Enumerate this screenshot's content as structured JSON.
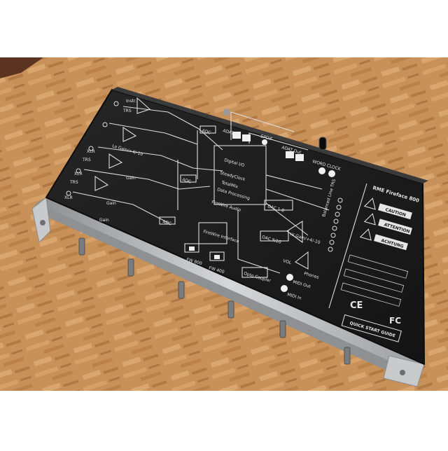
{
  "device": {
    "brand": "RME Fireface 800",
    "ports": {
      "adat_in": "ADAT In",
      "spdif": "SPDIF",
      "adat_out": "ADAT Out",
      "word_clock": "WORD CLOCK"
    },
    "blocks": {
      "digital_io": "Digital I/O",
      "steadyclock": "SteadyClock",
      "totalmix": "TotalMix",
      "data_processing": "Data Processing",
      "firewire_audio": "FireWire Audio",
      "firewire_interface": "FireWire Interface",
      "adc": "ADC",
      "dac_1_8": "DAC 1-8",
      "dac_9_10": "DAC 9/10",
      "optocoupler": "Opto Coupler"
    },
    "inputs": {
      "instr": "Instr.",
      "trs": "TRS",
      "xlr": "XLR",
      "gain": "Gain",
      "lo_gain": "Lo Gain/+4/-10",
      "balanced_line_trs": "Balanced Line TRS"
    },
    "outputs": {
      "hi_gain": "Hi Gain/+4/-10",
      "vol": "VOL",
      "phones": "Phones",
      "midi_out": "MIDI Out",
      "midi_in": "MIDI In",
      "fw800": "FW 800",
      "fw400": "FW 400"
    },
    "warnings": [
      "CAUTION",
      "ATTENTION",
      "ACHTUNG"
    ],
    "ce_mark": "CE",
    "fc_mark": "FC",
    "quick_start": "QUICK START GUIDE"
  },
  "colors": {
    "wood": "#c9915a",
    "panel": "#1e1e1e",
    "silver": "#b8b9bb",
    "print": "#e8e8e8"
  }
}
